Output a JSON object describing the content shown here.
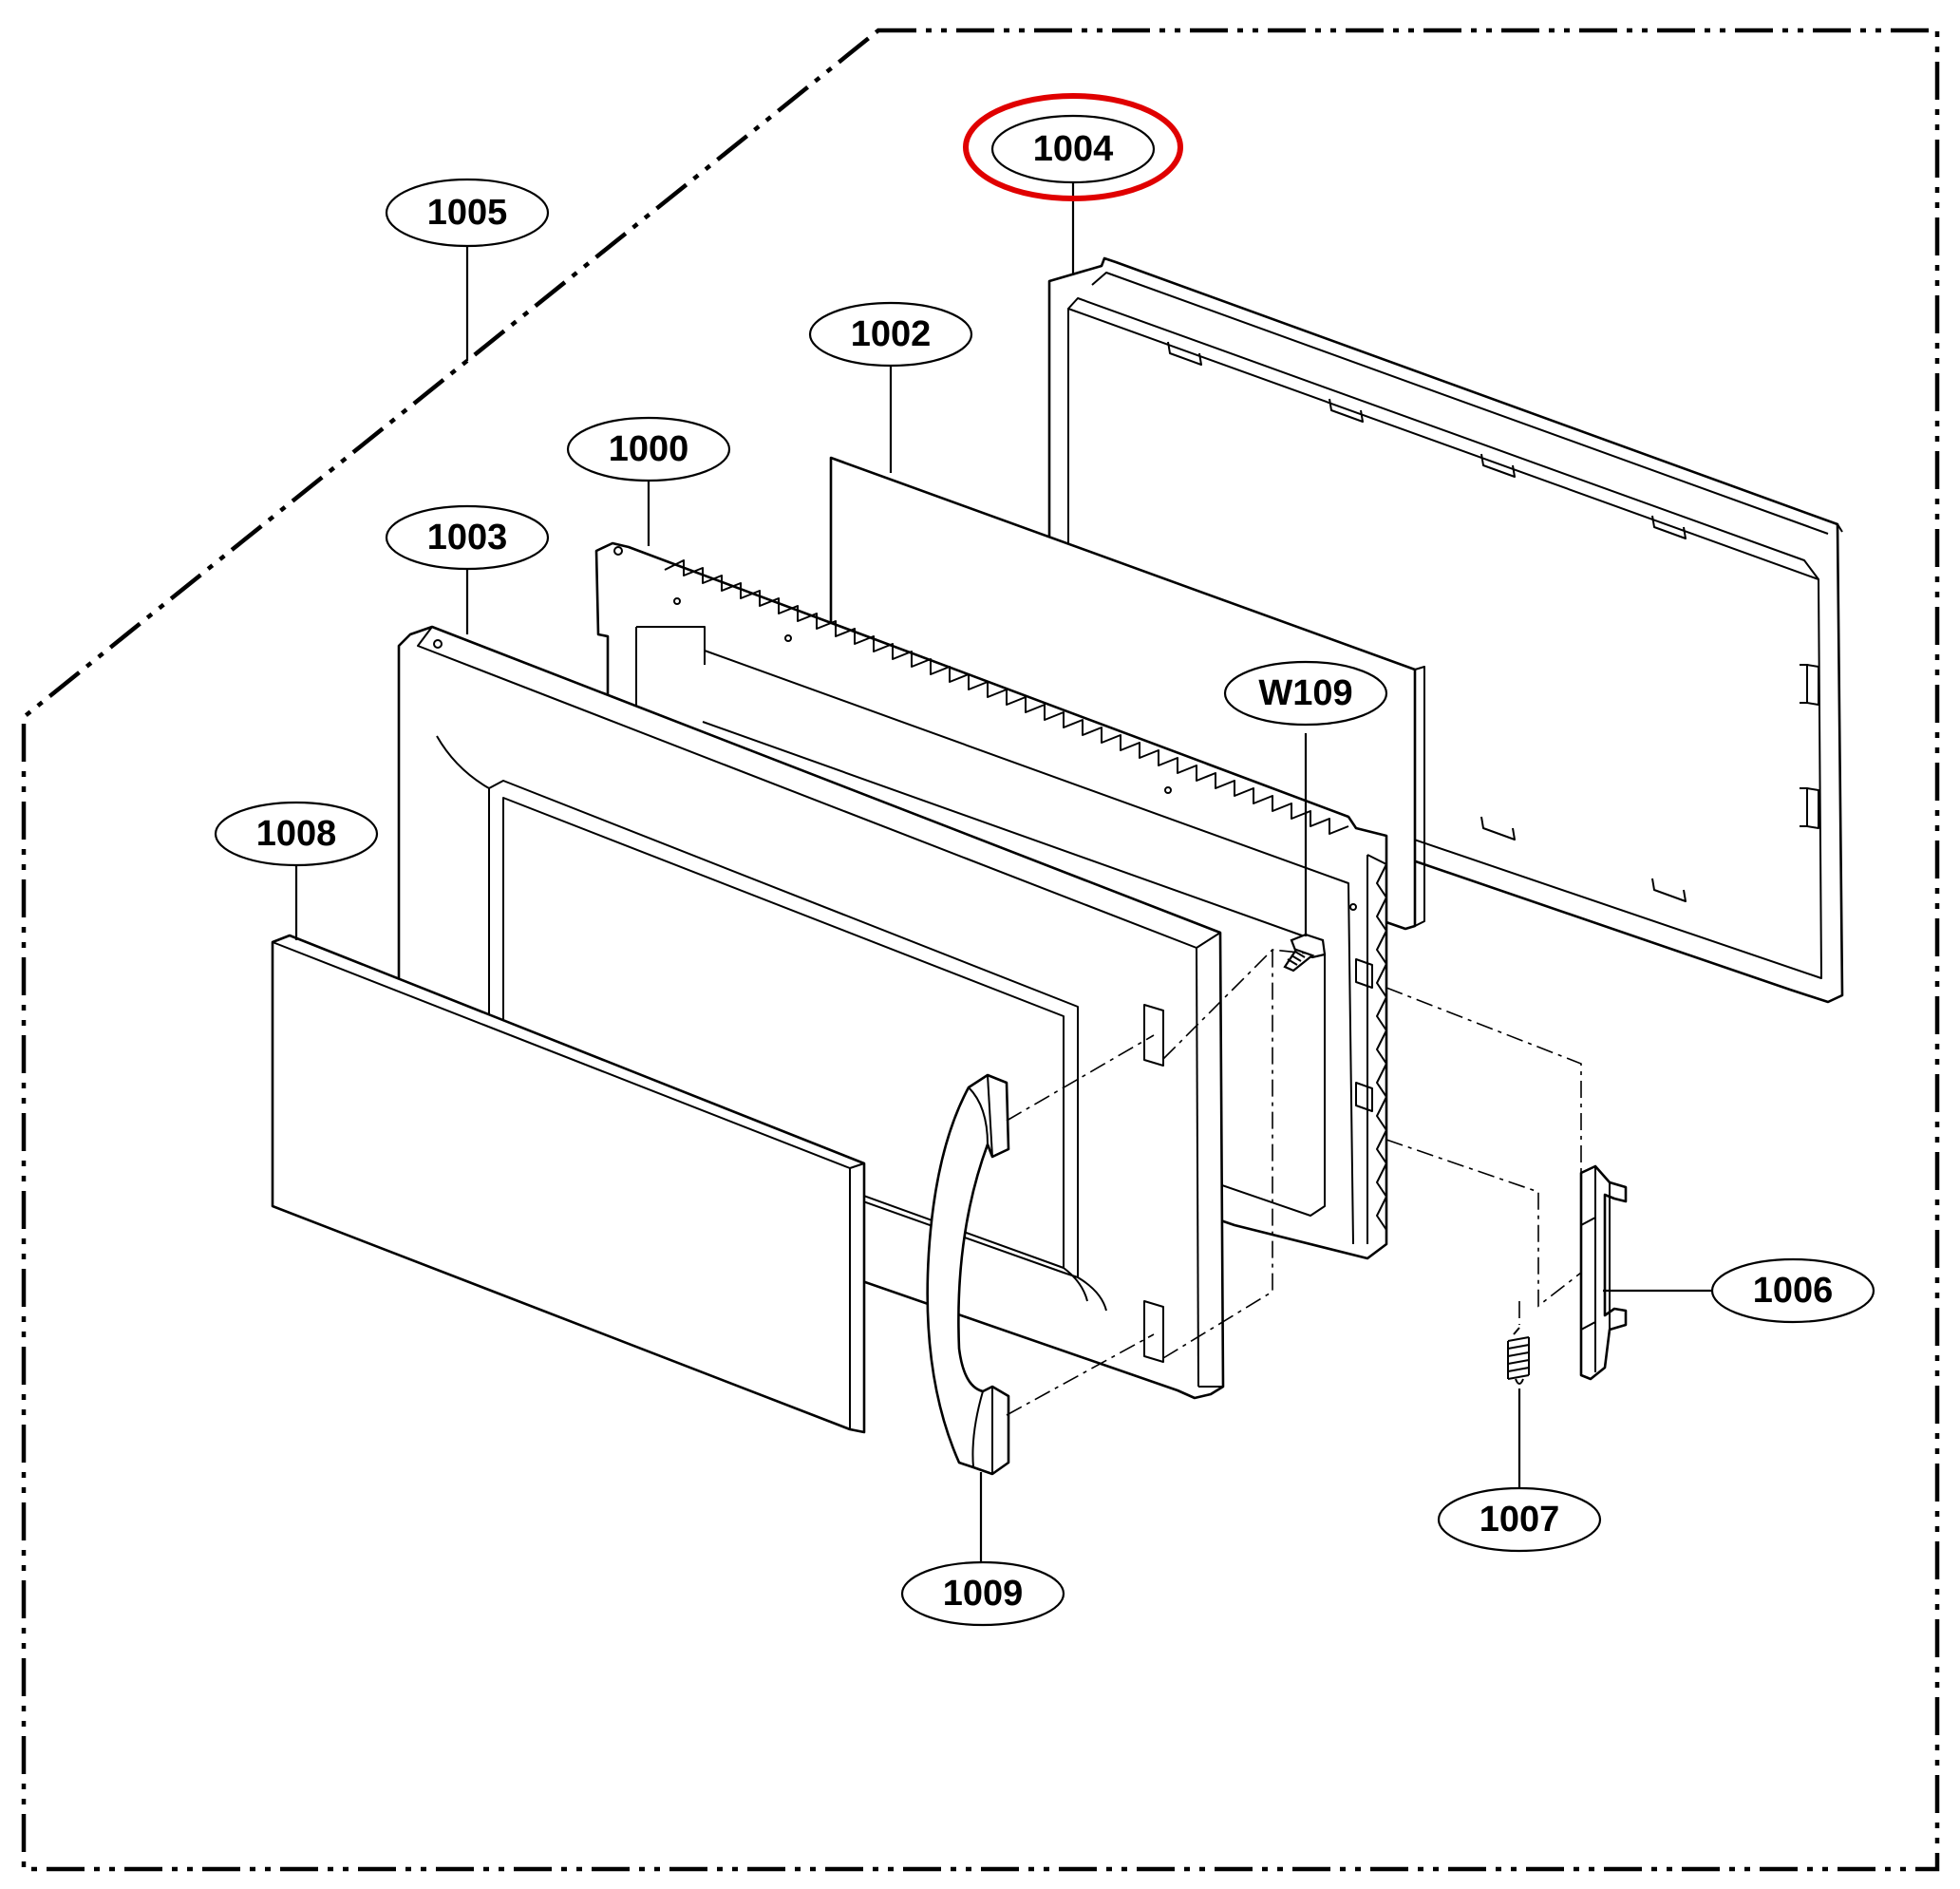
{
  "diagram": {
    "labels": [
      {
        "id": "1004",
        "text": "1004",
        "highlighted": true
      },
      {
        "id": "1005",
        "text": "1005",
        "highlighted": false
      },
      {
        "id": "1002",
        "text": "1002",
        "highlighted": false
      },
      {
        "id": "1000",
        "text": "1000",
        "highlighted": false
      },
      {
        "id": "1003",
        "text": "1003",
        "highlighted": false
      },
      {
        "id": "w109",
        "text": "W109",
        "highlighted": false
      },
      {
        "id": "1008",
        "text": "1008",
        "highlighted": false
      },
      {
        "id": "1006",
        "text": "1006",
        "highlighted": false
      },
      {
        "id": "1007",
        "text": "1007",
        "highlighted": false
      },
      {
        "id": "1009",
        "text": "1009",
        "highlighted": false
      }
    ],
    "colors": {
      "highlight": "#e00000",
      "line": "#000000",
      "background": "#ffffff"
    }
  }
}
